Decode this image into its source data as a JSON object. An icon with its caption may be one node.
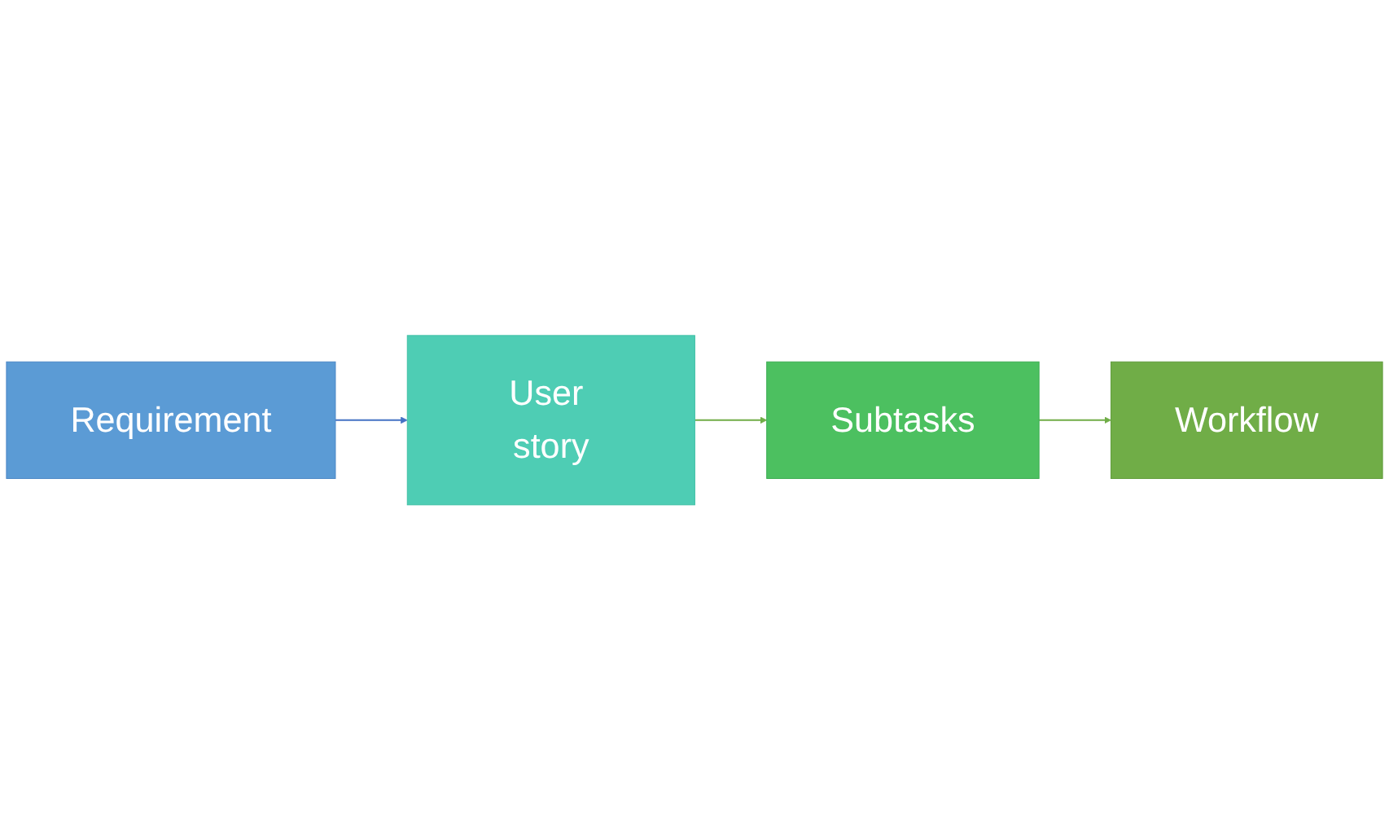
{
  "diagram": {
    "nodes": [
      {
        "text": [
          "Requirement"
        ]
      },
      {
        "text": [
          "User story"
        ]
      },
      {
        "text": [
          "Subtasks"
        ]
      },
      {
        "text": [
          "Workflow"
        ]
      }
    ],
    "edges": [
      {
        "from": 0,
        "to": 1,
        "arrow": "to",
        "color": "#4472c4"
      },
      {
        "from": 1,
        "to": 2,
        "arrow": "to"
      },
      {
        "from": 2,
        "to": 3,
        "arrow": "to"
      }
    ]
  }
}
